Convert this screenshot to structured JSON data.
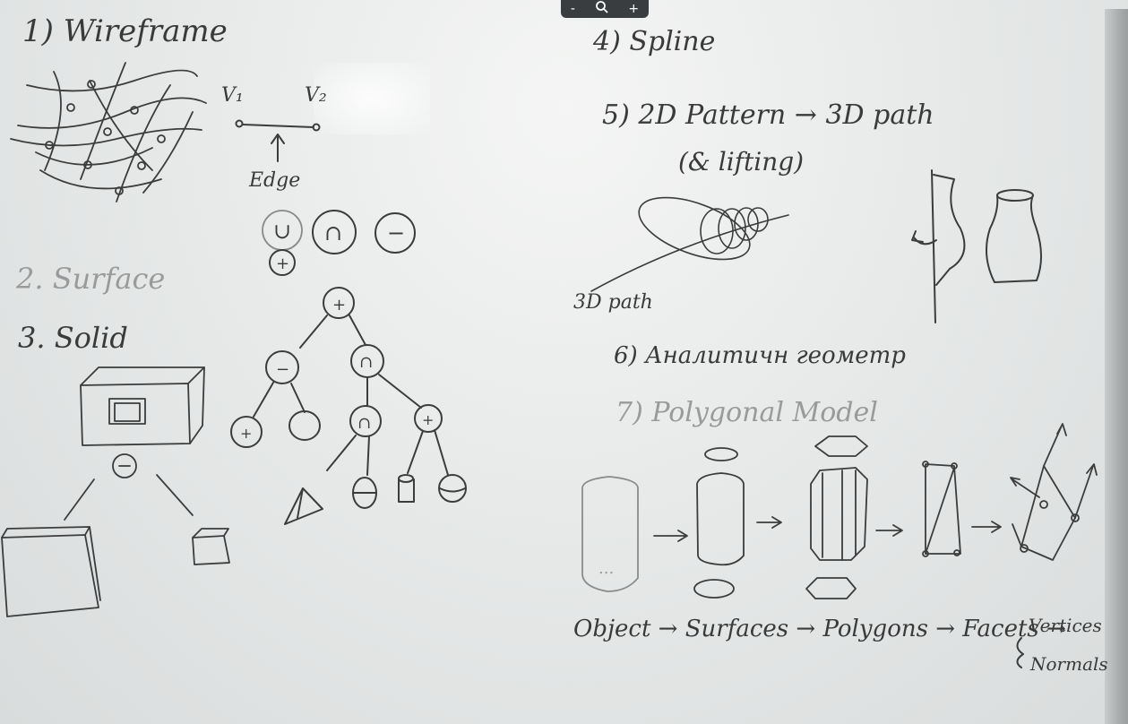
{
  "toolbar": {
    "zoom_out": "-",
    "zoom_icon": "magnifier-icon",
    "zoom_in": "+"
  },
  "board": {
    "item1": "1) Wireframe",
    "v1": "V₁",
    "v2": "V₂",
    "edge": "Edge",
    "op_union": "∪",
    "op_intersect": "∩",
    "op_minus": "−",
    "op_plus": "+",
    "item2": "2. Surface",
    "item3": "3. Solid",
    "item4": "4) Spline",
    "item5": "5) 2D Pattern → 3D path",
    "item5_sub": "(& lifting)",
    "path3d": "3D path",
    "item6": "6) Аналитичн геометр",
    "item7": "7) Polygonal Model",
    "dots": "...",
    "pipeline": "Object → Surfaces → Polygons → Facets →",
    "vertices": "Vertices",
    "normals": "Normals"
  }
}
